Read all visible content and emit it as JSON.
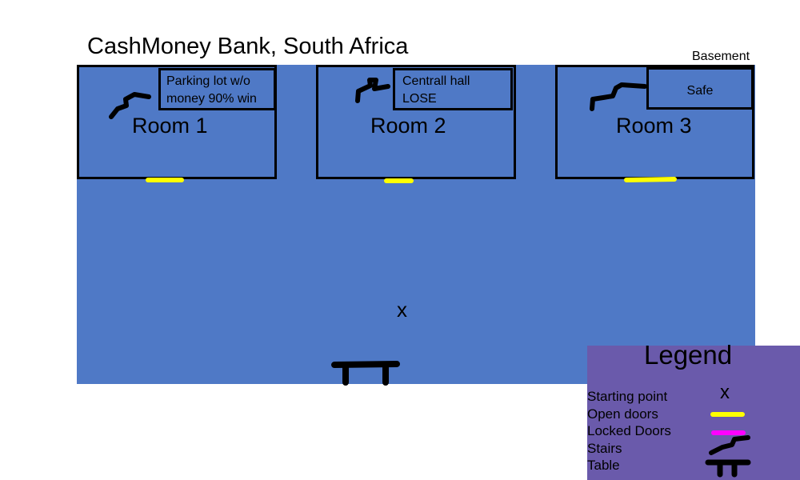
{
  "map": {
    "title": "CashMoney Bank, South Africa",
    "floor_label": "Basement",
    "floor_color": "#4f79c6",
    "rooms": [
      {
        "label": "Room 1",
        "note": "Parking lot w/o\nmoney 90% win"
      },
      {
        "label": "Room 2",
        "note": "Centrall hall\nLOSE"
      },
      {
        "label": "Room 3",
        "note": "Safe"
      }
    ],
    "start_marker": "x"
  },
  "legend": {
    "title": "Legend",
    "background": "#6a5aab",
    "items": [
      {
        "label": "Starting point",
        "symbol": "x"
      },
      {
        "label": "Open doors",
        "symbol": "yellow-line",
        "color": "#ffff00"
      },
      {
        "label": "Locked Doors",
        "symbol": "magenta-line",
        "color": "#ff00ff"
      },
      {
        "label": "Stairs",
        "symbol": "stairs-icon"
      },
      {
        "label": "Table",
        "symbol": "table-icon"
      }
    ]
  }
}
